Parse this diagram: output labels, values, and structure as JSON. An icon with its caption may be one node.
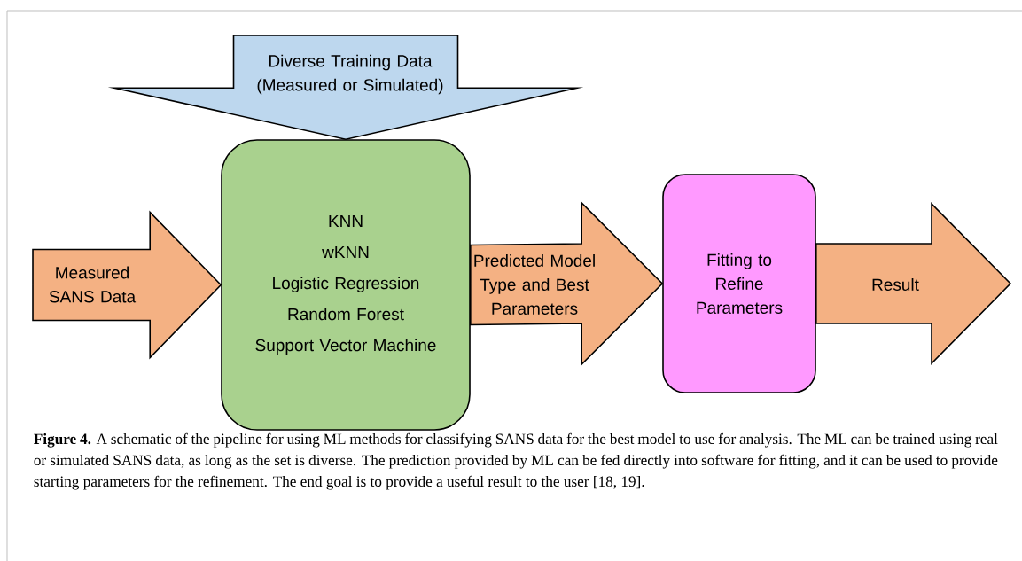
{
  "diagram": {
    "caption": "**Figure 4.** A schematic of the pipeline for using ML methods for classifying SANS data for the best model to use for analysis. The ML can be trained using real or simulated SANS data, as long as the set is diverse. The prediction provided by ML can be fed directly into software for fitting, and it can be used to provide starting parameters for the refinement. The end goal is to provide a useful result to the user [18, 19].",
    "nodes": [
      {
        "text": [
          "KNN",
          "wKNN",
          "Logistic Regression",
          "Random Forest",
          "Support Vector Machine"
        ]
      },
      {
        "text": [
          "Fitting to Refine Parameters"
        ]
      }
    ],
    "edges": [
      {
        "from": null,
        "to": 0,
        "arrow": "to",
        "label": "Diverse Training Data (Measured or Simulated)",
        "color": "#bdd7ee"
      },
      {
        "from": null,
        "to": 0,
        "arrow": "to",
        "label": "Measured SANS Data"
      },
      {
        "from": 0,
        "to": 1,
        "arrow": "to",
        "label": "Predicted Model Type and Best Parameters"
      },
      {
        "from": 1,
        "to": null,
        "arrow": "to",
        "label": "Result"
      }
    ]
  }
}
